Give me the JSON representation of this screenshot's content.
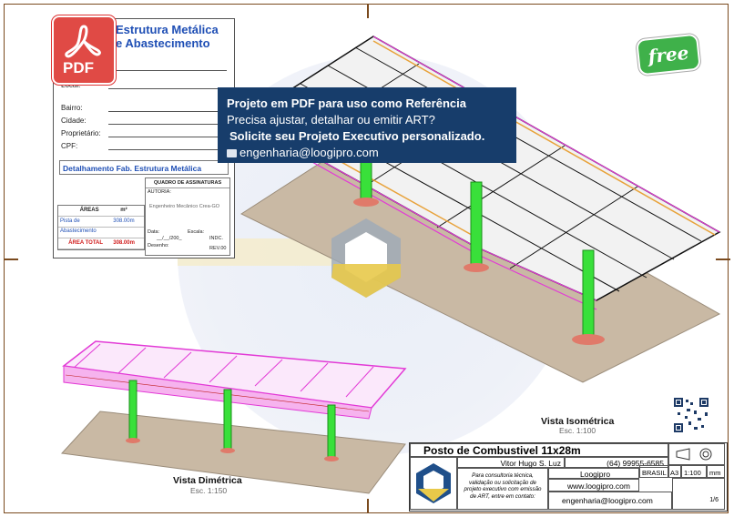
{
  "info_block": {
    "title_line1": "Estrutura Metálica",
    "title_line2": "e Abastecimento",
    "fields": [
      {
        "label": "Local:"
      },
      {
        "label": "Bairro:"
      },
      {
        "label": "Cidade:"
      },
      {
        "label": "Proprietário:"
      },
      {
        "label": "CPF:"
      }
    ],
    "detalhamento": "Detalhamento Fab. Estrutura Metálica",
    "areas": {
      "header": [
        "ÁREAS",
        "m²"
      ],
      "rows": [
        [
          "Pista de Abastecimento",
          "308.00m"
        ],
        [
          "",
          ""
        ],
        [
          "ÁREA TOTAL",
          "308.00m"
        ]
      ]
    },
    "assinaturas": {
      "title": "QUADRO DE ASSINATURAS",
      "autoria": "AUTORIA:",
      "engenheiro": "Engenheiro Mecânico Crea-GO",
      "data": "Data:",
      "data_val": "__/__/200_",
      "escala": "Escala:",
      "escala_val": "INDC.",
      "desenho": "Desenho:",
      "rev": "REV.00"
    }
  },
  "pdf_badge": {
    "label": "PDF",
    "icon": "acrobat-icon",
    "color": "#e04a45"
  },
  "banner": {
    "line1": "Projeto em PDF para uso como Referência",
    "line2": "Precisa ajustar, detalhar ou emitir ART?",
    "line3": "Solicite seu Projeto Executivo personalizado.",
    "email": "engenharia@loogipro.com",
    "email_icon": "mail-icon",
    "bg_color": "#173d6b"
  },
  "free_badge": {
    "label": "free",
    "color": "#3fb14a"
  },
  "views": {
    "iso_title": "Vista Isométrica",
    "iso_scale": "Esc. 1:100",
    "dim_title": "Vista Dimétrica",
    "dim_scale": "Esc. 1:150"
  },
  "title_block": {
    "project_title": "Posto de Combustivel 11x28m",
    "responsavel": "Vitor Hugo S. Luz",
    "phone": "(64) 99955-6585",
    "observacao": "Para consultoria técnica, validação ou solicitação de projeto executivo com emissão de ART, entre em contato:",
    "company": "Loogipro",
    "site": "www.loogipro.com",
    "email": "engenharia@loogipro.com",
    "country": "BRASIL",
    "format": "A3",
    "scale": "1:100",
    "unit": "mm",
    "sheet": "1/6",
    "projection_icon": "first-angle-projection-icon"
  },
  "colors": {
    "frame": "#7a4a1e",
    "truss_magenta": "#e23ad6",
    "column_green": "#39e03a",
    "slab": "#c9b9a4",
    "brand_blue": "#1f4fb5"
  }
}
